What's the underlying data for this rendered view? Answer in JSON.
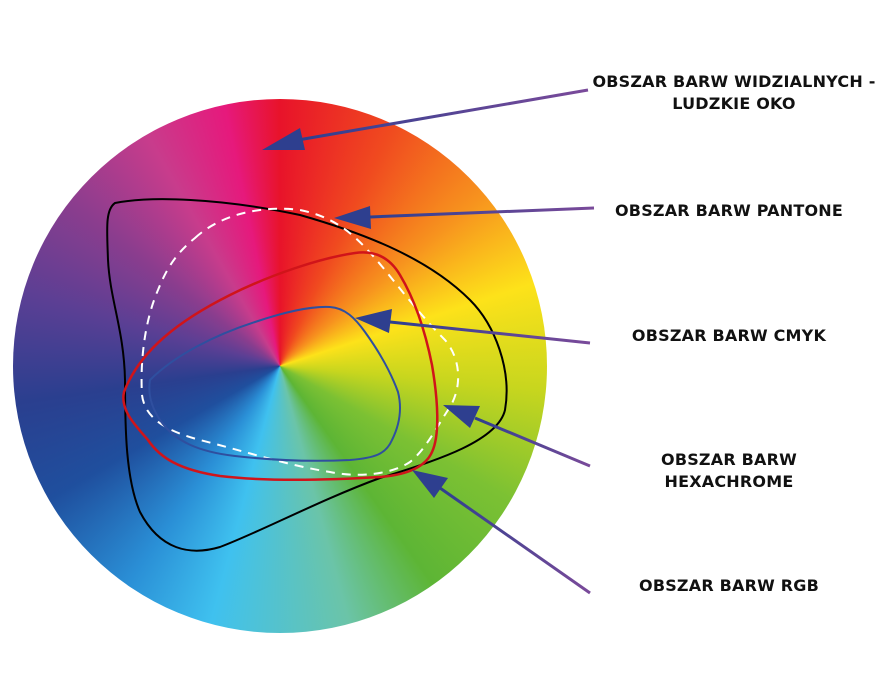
{
  "labels": {
    "visible": "OBSZAR BARW WIDZIALNYCH - LUDZKIE OKO",
    "pantone": "OBSZAR BARW PANTONE",
    "cmyk": "OBSZAR BARW CMYK",
    "hexachrome": "OBSZAR BARW HEXACHROME",
    "rgb": "OBSZAR BARW RGB"
  },
  "colors": {
    "pantone_outline": "#000000",
    "hexachrome_outline": "#ffffff",
    "rgb_outline": "#d0141a",
    "cmyk_outline": "#2f4f9f",
    "arrow_head": "#2e3f8f",
    "arrow_line_start": "#2e3f8f",
    "arrow_line_end": "#7a4a9a"
  }
}
